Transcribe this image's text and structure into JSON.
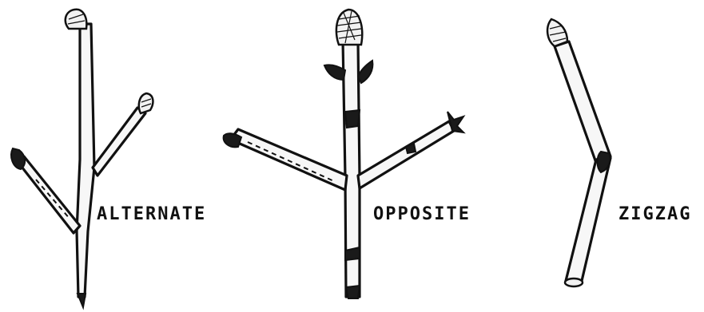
{
  "labels": {
    "alternate": "ALTERNATE",
    "opposite": "OPPOSITE",
    "zigzag": "ZIGZAG"
  },
  "colors": {
    "ink": "#111111",
    "paper": "#ffffff"
  },
  "icons": {
    "alternate": "alternate-twig-icon",
    "opposite": "opposite-twig-icon",
    "zigzag": "zigzag-twig-icon"
  }
}
